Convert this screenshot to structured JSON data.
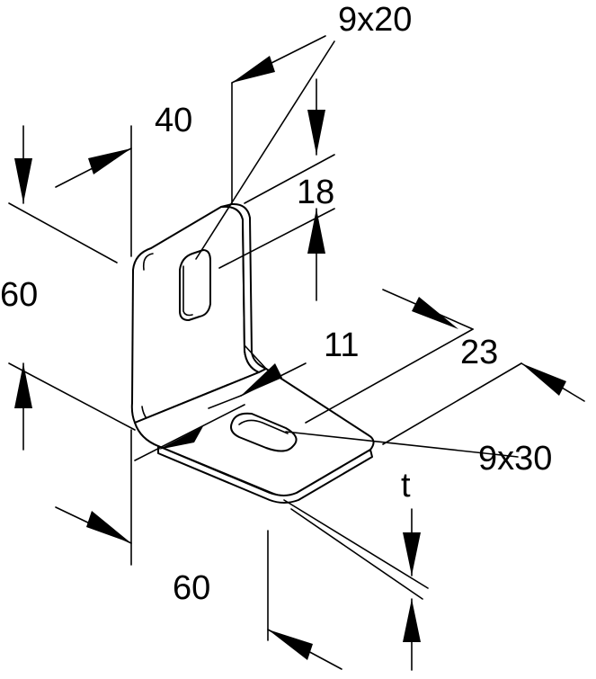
{
  "drawing": {
    "subject": "angle bracket",
    "labels": {
      "hole_upper": "9x20",
      "upper_width": "40",
      "slot_offset": "18",
      "height": "60",
      "slot_distance": "11",
      "foot_width": "23",
      "hole_lower": "9x30",
      "thickness": "t",
      "foot_length": "60"
    },
    "colors": {
      "line": "#000000",
      "background": "#ffffff"
    }
  }
}
